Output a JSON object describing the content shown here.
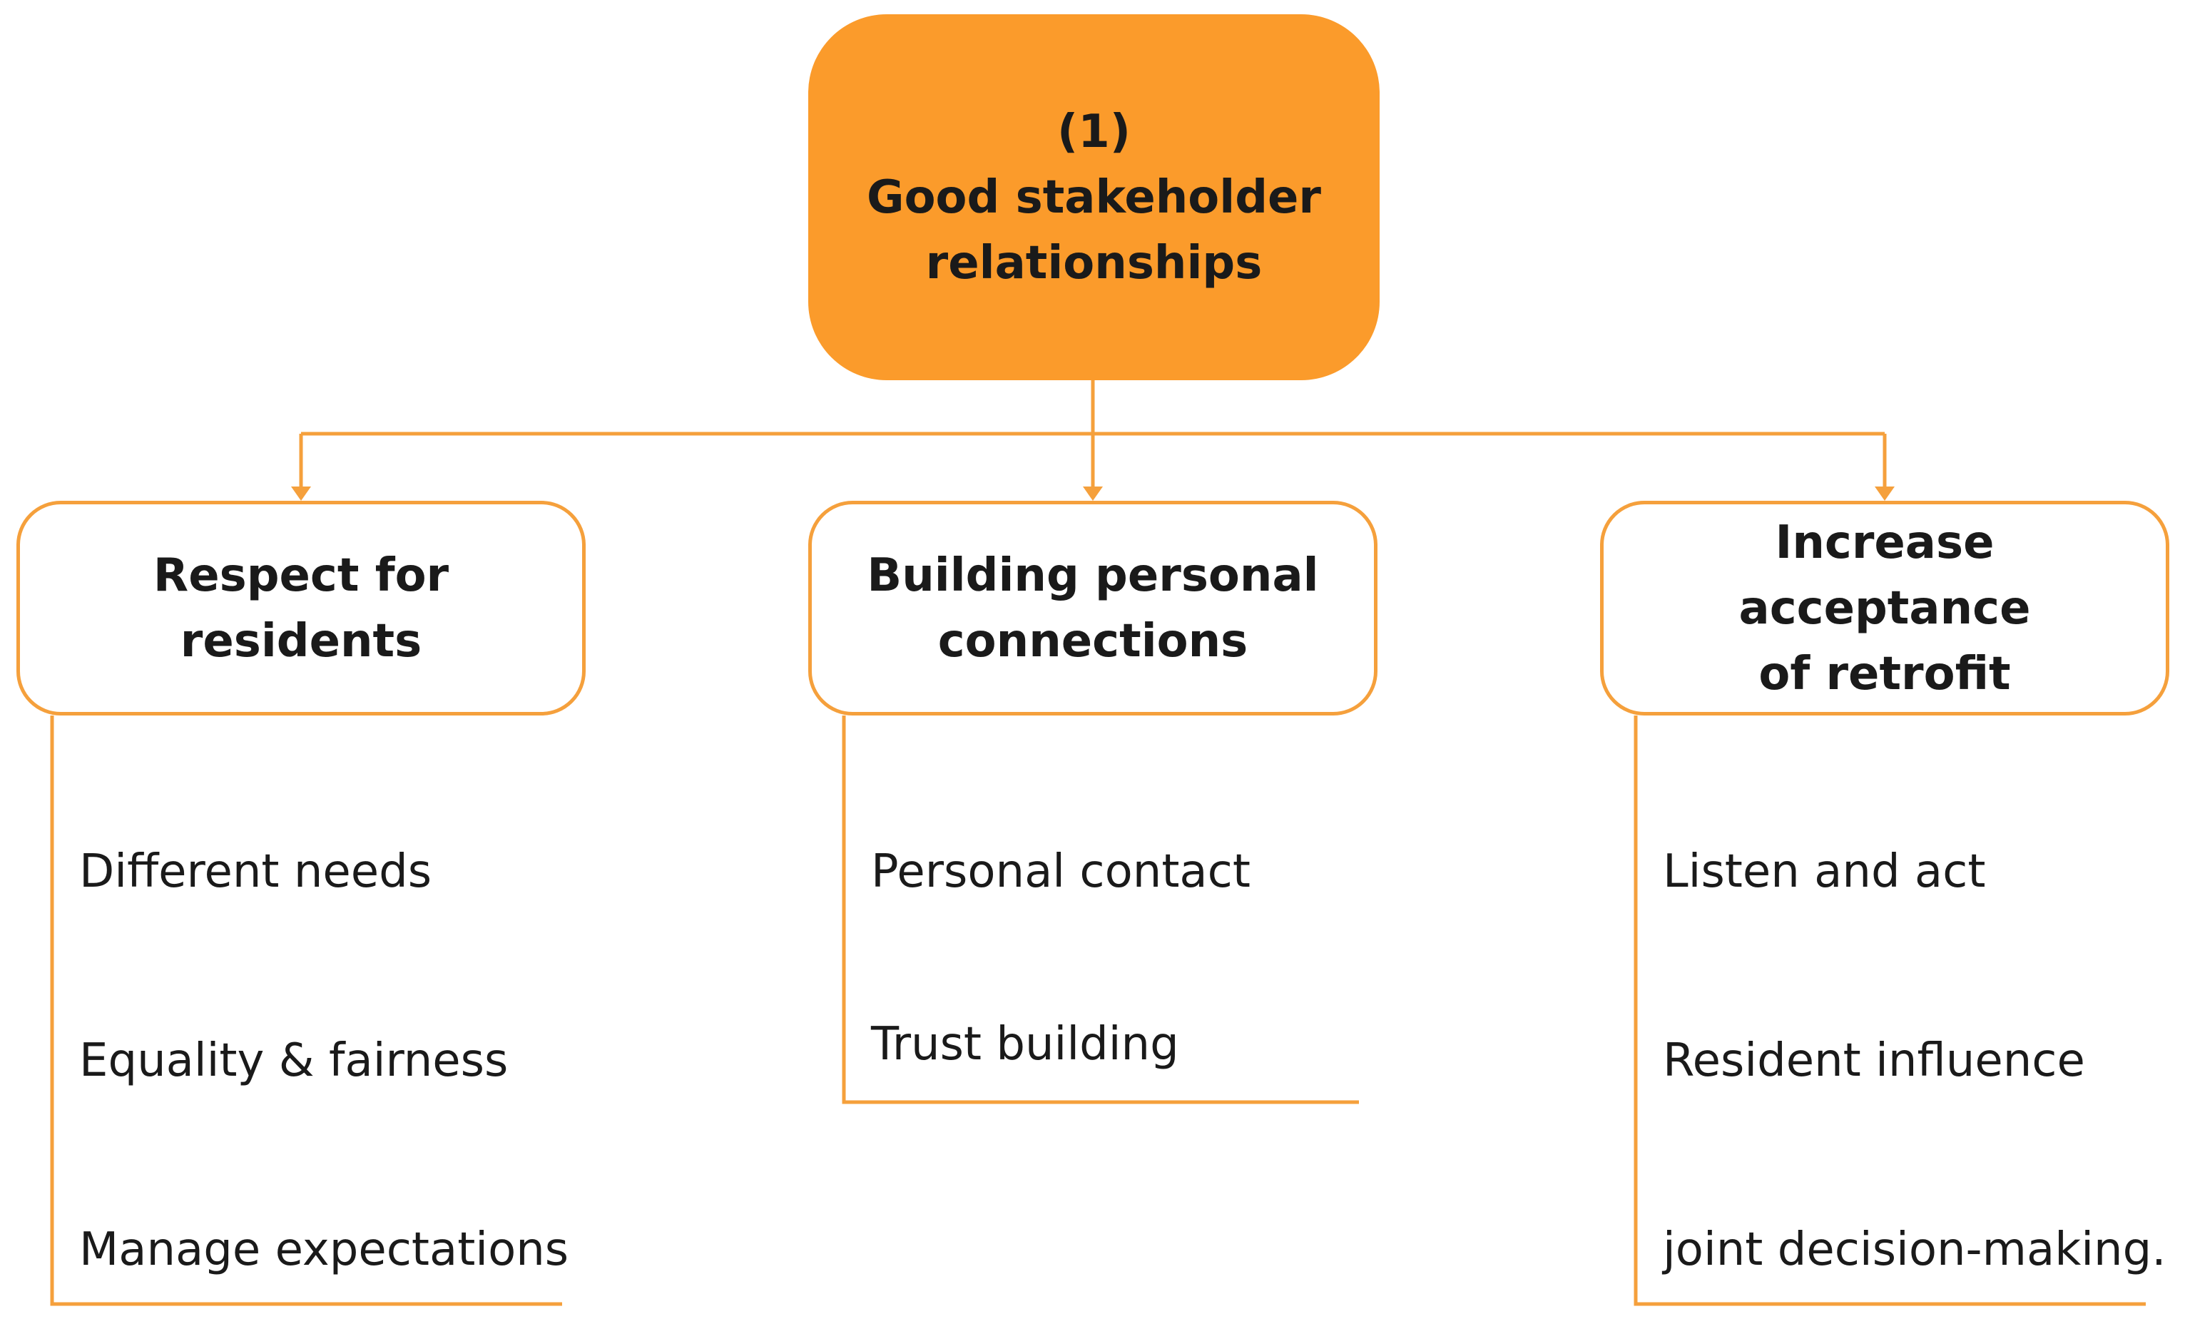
{
  "colors": {
    "root_fill": "#fb9b2b",
    "branch_border": "#f5a03c",
    "connector": "#f5a03c",
    "text": "#1a1a1a",
    "background": "#ffffff"
  },
  "root": {
    "number": "(1)",
    "title_line1": "Good stakeholder",
    "title_line2": "relationships"
  },
  "branches": [
    {
      "title": "Respect for residents",
      "items": [
        "Different needs",
        "Equality & fairness",
        "Manage expectations"
      ]
    },
    {
      "title_line1": "Building personal",
      "title_line2": "connections",
      "items": [
        "Personal contact",
        "Trust building"
      ]
    },
    {
      "title_line1": "Increase acceptance",
      "title_line2": "of retrofit",
      "items": [
        "Listen and act",
        "Resident influence",
        "joint decision-making."
      ]
    }
  ]
}
